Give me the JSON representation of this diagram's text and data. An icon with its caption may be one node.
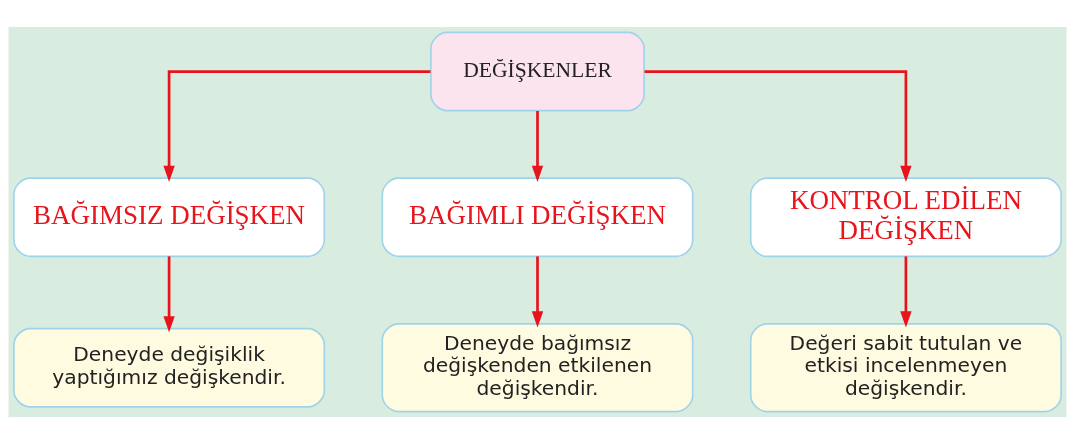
{
  "diagram": {
    "nodes": [
      {
        "text": [
          "DEĞİŞKENLER"
        ]
      },
      {
        "text": [
          "BAĞIMSIZ DEĞİŞKEN"
        ]
      },
      {
        "text": [
          "BAĞIMLI DEĞİŞKEN"
        ]
      },
      {
        "text": [
          "KONTROL EDİLEN DEĞİŞKEN"
        ]
      },
      {
        "text": [
          "Deneyde değişiklik yaptığımız değişkendir."
        ]
      },
      {
        "text": [
          "Deneyde bağımsız değişkenden etkilenen değişkendir."
        ]
      },
      {
        "text": [
          "Değeri sabit tutulan ve etkisi incelenmeyen değişkendir."
        ]
      }
    ],
    "edges": [
      {
        "from": 0,
        "to": 1,
        "arrow": "to"
      },
      {
        "from": 0,
        "to": 2,
        "arrow": "to"
      },
      {
        "from": 0,
        "to": 3,
        "arrow": "to"
      },
      {
        "from": 1,
        "to": 4,
        "arrow": "to"
      },
      {
        "from": 2,
        "to": 5,
        "arrow": "to"
      },
      {
        "from": 3,
        "to": 6,
        "arrow": "to"
      }
    ]
  }
}
